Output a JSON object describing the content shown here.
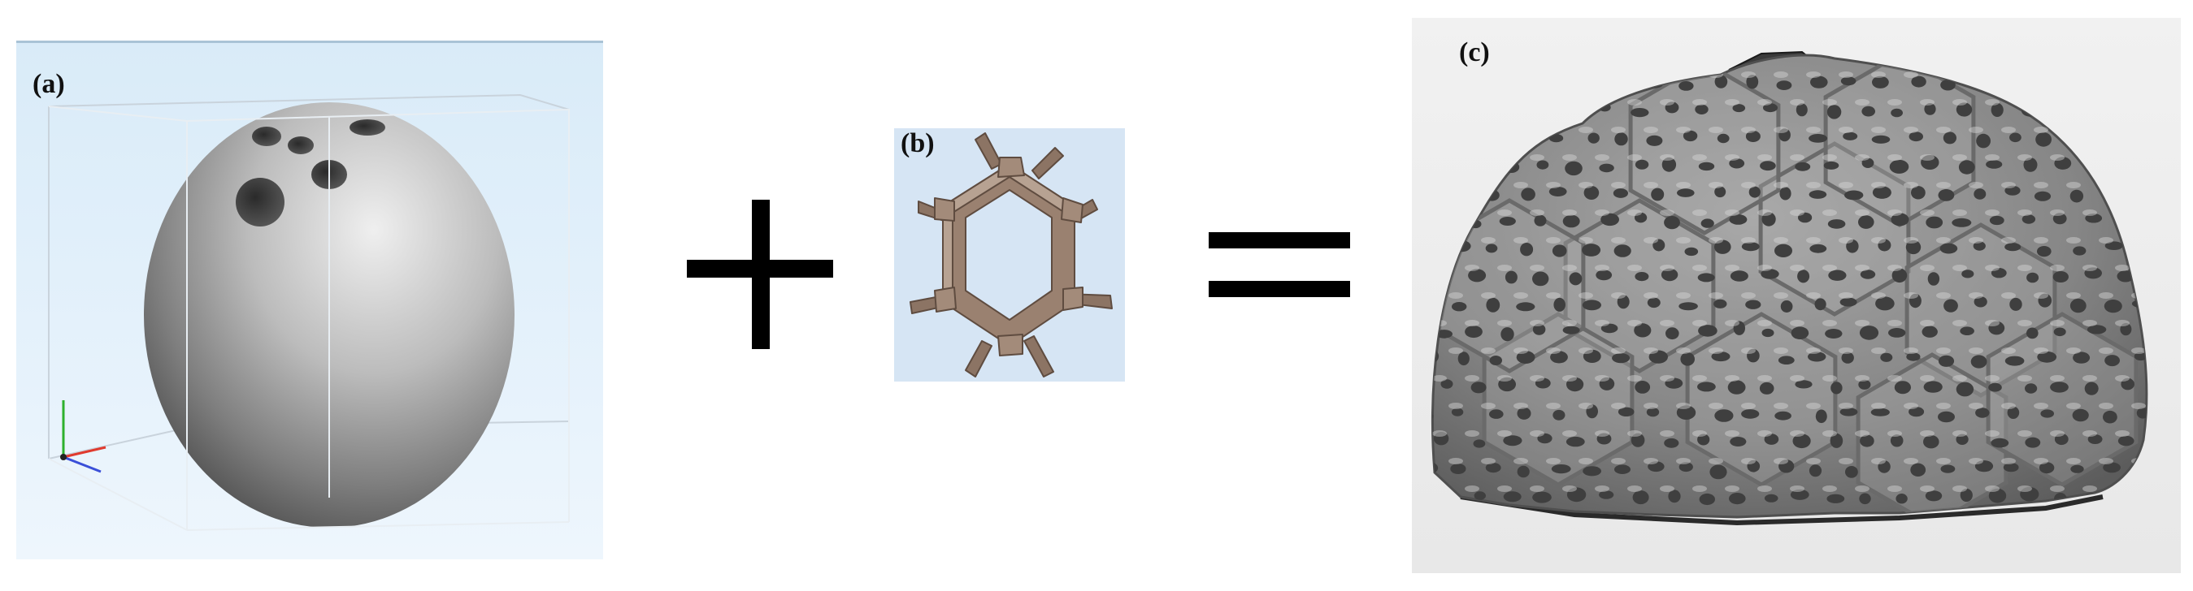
{
  "panels": {
    "a": {
      "label": "(a)",
      "icon": "sphere-with-holes-icon"
    },
    "b": {
      "label": "(b)",
      "icon": "hexagonal-lattice-cell-icon"
    },
    "c": {
      "label": "(c)",
      "icon": "lattice-infilled-dome-icon"
    }
  },
  "operators": {
    "plus": "plus-icon",
    "equals": "equals-icon"
  },
  "colors": {
    "panel_a_bg": "#deedf9",
    "panel_b_bg": "#d6e5f4",
    "panel_c_bg": "#ececec",
    "strut": "#927a69",
    "model_gray": "#8a8a8a",
    "operator": "#000000",
    "axis_x": "#e03a2e",
    "axis_y": "#2db02d",
    "axis_z": "#3a4fd8"
  }
}
